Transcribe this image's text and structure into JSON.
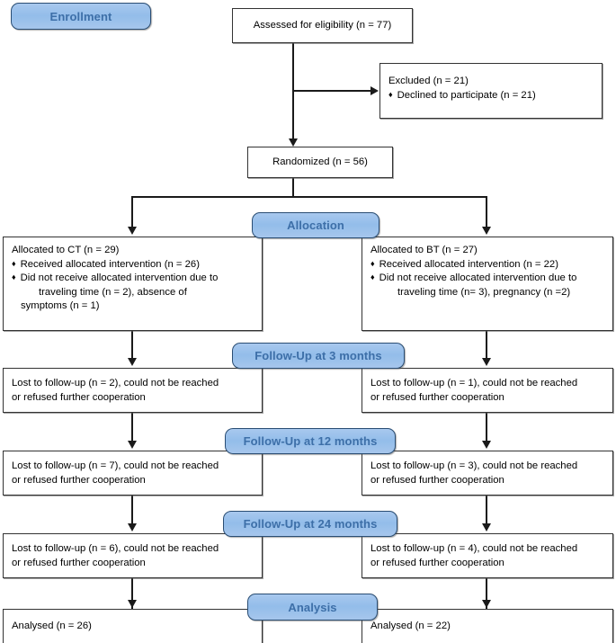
{
  "diagram": {
    "type": "consort-flow-diagram",
    "badge_color": "#9dc3e6",
    "badge_text_color": "#3d6fa8",
    "badge_border_color": "#2a4d73",
    "box_border_color": "#333333",
    "line_color": "#1a1a1a"
  },
  "stages": {
    "enrollment": "Enrollment",
    "allocation": "Allocation",
    "followup3": "Follow-Up at 3 months",
    "followup12": "Follow-Up at 12 months",
    "followup24": "Follow-Up at 24 months",
    "analysis": "Analysis"
  },
  "enrollment": {
    "assessed": "Assessed for eligibility (n = 77)",
    "excluded_title": "Excluded (n = 21)",
    "excluded_reason": "Declined to participate (n = 21)",
    "randomized": "Randomized (n = 56)"
  },
  "allocation": {
    "left": {
      "title": "Allocated to CT (n = 29)",
      "received": "Received allocated intervention (n = 26)",
      "not_received": "Did not receive allocated intervention due to",
      "not_received_cont1": "traveling time (n = 2), absence of",
      "not_received_cont2": "symptoms (n = 1)"
    },
    "right": {
      "title": "Allocated to BT (n = 27)",
      "received": "Received allocated intervention (n = 22)",
      "not_received": "Did not receive allocated intervention due to",
      "not_received_cont1": "traveling time (n= 3), pregnancy (n =2)"
    }
  },
  "followup": {
    "m3": {
      "left_line1": "Lost to follow-up (n = 2), could not be reached",
      "left_line2": "or refused further cooperation",
      "right_line1": "Lost to follow-up (n = 1), could not be reached",
      "right_line2": "or refused further cooperation"
    },
    "m12": {
      "left_line1": "Lost to follow-up (n = 7), could not be reached",
      "left_line2": "or refused further cooperation",
      "right_line1": "Lost to follow-up (n = 3), could not be reached",
      "right_line2": "or refused further cooperation"
    },
    "m24": {
      "left_line1": "Lost to follow-up (n = 6), could not be reached",
      "left_line2": "or refused further cooperation",
      "right_line1": "Lost to follow-up (n = 4), could not be reached",
      "right_line2": "or refused further cooperation"
    }
  },
  "analysis": {
    "left": "Analysed (n = 26)",
    "right": "Analysed (n = 22)"
  }
}
